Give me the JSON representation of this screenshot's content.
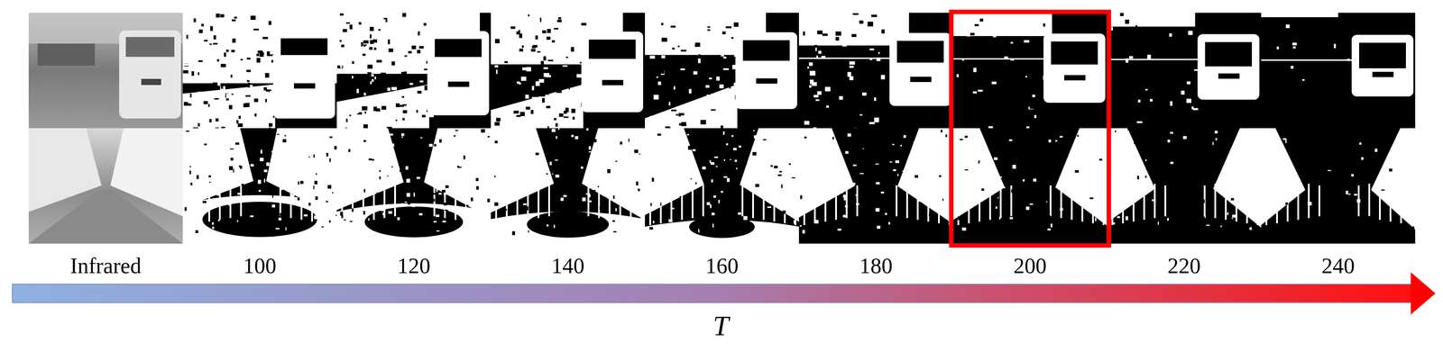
{
  "diagram": {
    "labels": [
      "Infrared",
      "100",
      "120",
      "140",
      "160",
      "180",
      "200",
      "220",
      "240",
      "T"
    ]
  }
}
